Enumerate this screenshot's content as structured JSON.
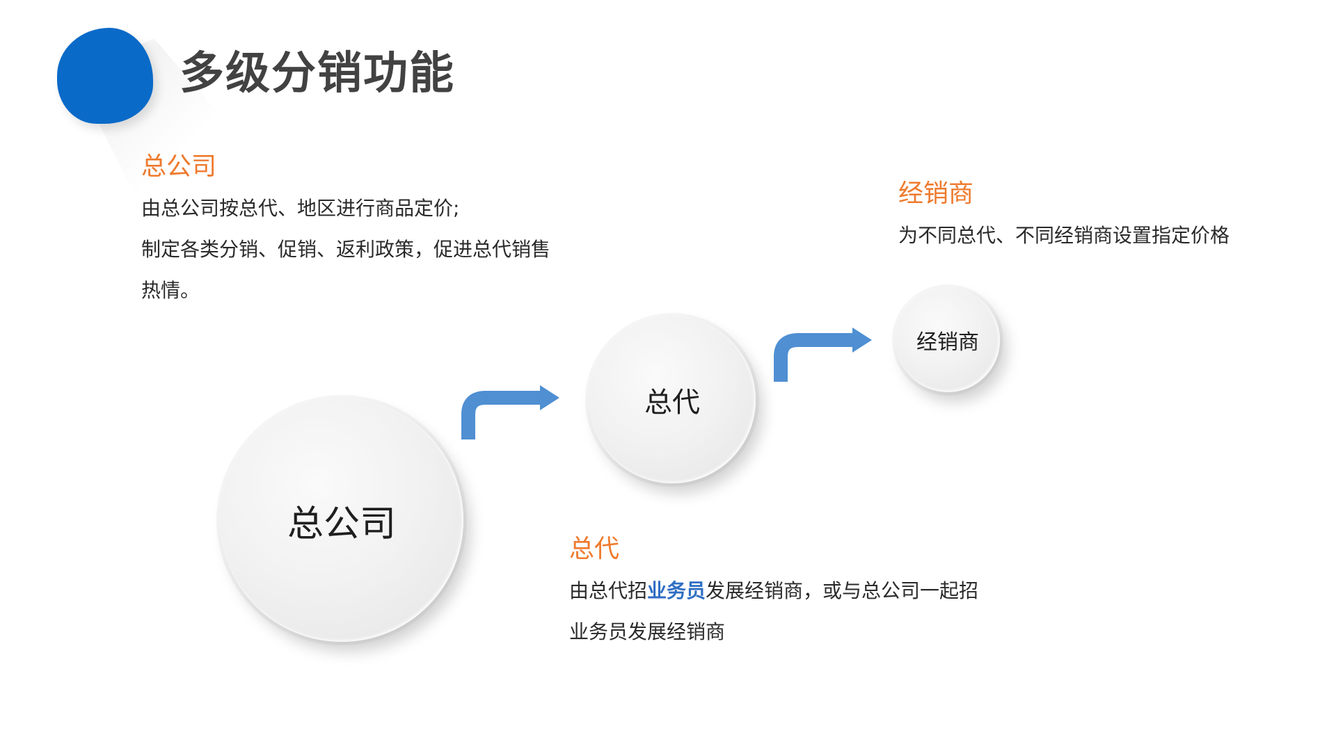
{
  "header": {
    "title": "多级分销功能",
    "accent_color": "#0a6ac8"
  },
  "company_block": {
    "title": "总公司",
    "lines": [
      "由总公司按总代、地区进行商品定价;",
      "制定各类分销、促销、返利政策，促进总代销售",
      "热情。"
    ]
  },
  "agent_block": {
    "title": "总代",
    "line1_prefix": "由总代招",
    "line1_highlight": "业务员",
    "line1_suffix": "发展经销商，或与总公司一起招",
    "line2": "业务员发展经销商"
  },
  "dealer_block": {
    "title": "经销商",
    "line": "为不同总代、不同经销商设置指定价格"
  },
  "circles": {
    "company": "总公司",
    "agent": "总代",
    "dealer": "经销商"
  },
  "colors": {
    "orange": "#ee7a2d",
    "arrow_blue": "#4f8fd2",
    "highlight_blue": "#2f6ec3"
  },
  "icons": [
    "arrow-right-icon",
    "arrow-right-icon"
  ]
}
